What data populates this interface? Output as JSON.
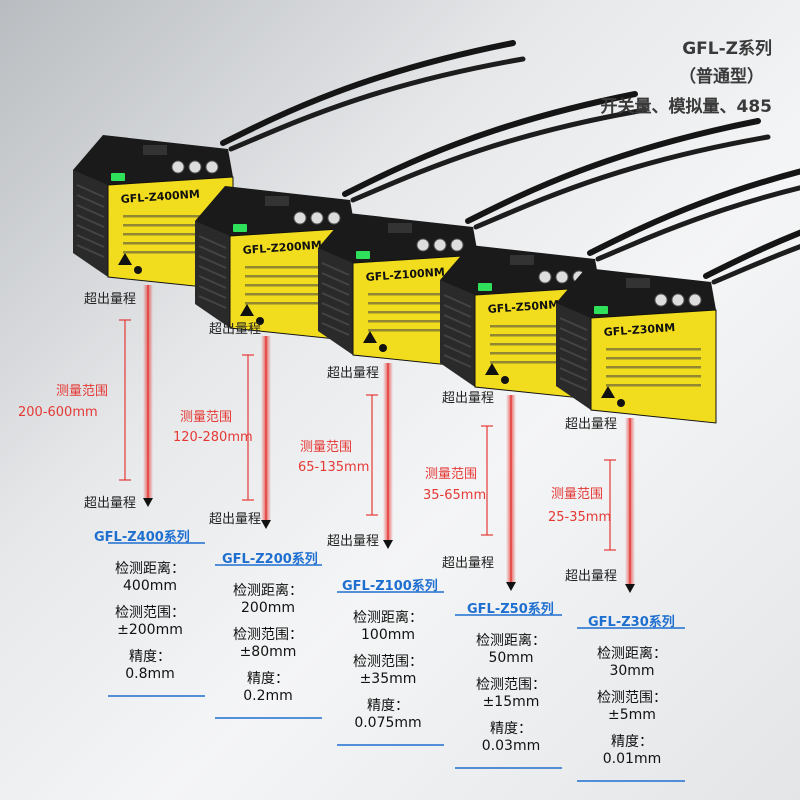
{
  "header": {
    "line1": "GFL-Z系列",
    "line2": "（普通型）",
    "line3": "开关量、模拟量、485"
  },
  "labels": {
    "out_of_range": "超出量程",
    "measure_range": "测量范围",
    "distance_label": "检测距离：",
    "range_label": "检测范围：",
    "accuracy_label": "精度："
  },
  "colors": {
    "accent_blue": "#1e6fd0",
    "laser_red": "#e53935",
    "sensor_yellow": "#f2dc1e"
  },
  "models": [
    {
      "sensor_label": "GFL-Z400NM",
      "series": "GFL-Z400系列",
      "range_text": "200-600mm",
      "distance": "400mm",
      "range": "±200mm",
      "accuracy": "0.8mm"
    },
    {
      "sensor_label": "GFL-Z200NM",
      "series": "GFL-Z200系列",
      "range_text": "120-280mm",
      "distance": "200mm",
      "range": "±80mm",
      "accuracy": "0.2mm"
    },
    {
      "sensor_label": "GFL-Z100NM",
      "series": "GFL-Z100系列",
      "range_text": "65-135mm",
      "distance": "100mm",
      "range": "±35mm",
      "accuracy": "0.075mm"
    },
    {
      "sensor_label": "GFL-Z50NM",
      "series": "GFL-Z50系列",
      "range_text": "35-65mm",
      "distance": "50mm",
      "range": "±15mm",
      "accuracy": "0.03mm"
    },
    {
      "sensor_label": "GFL-Z30NM",
      "series": "GFL-Z30系列",
      "range_text": "25-35mm",
      "distance": "30mm",
      "range": "±5mm",
      "accuracy": "0.01mm"
    }
  ]
}
